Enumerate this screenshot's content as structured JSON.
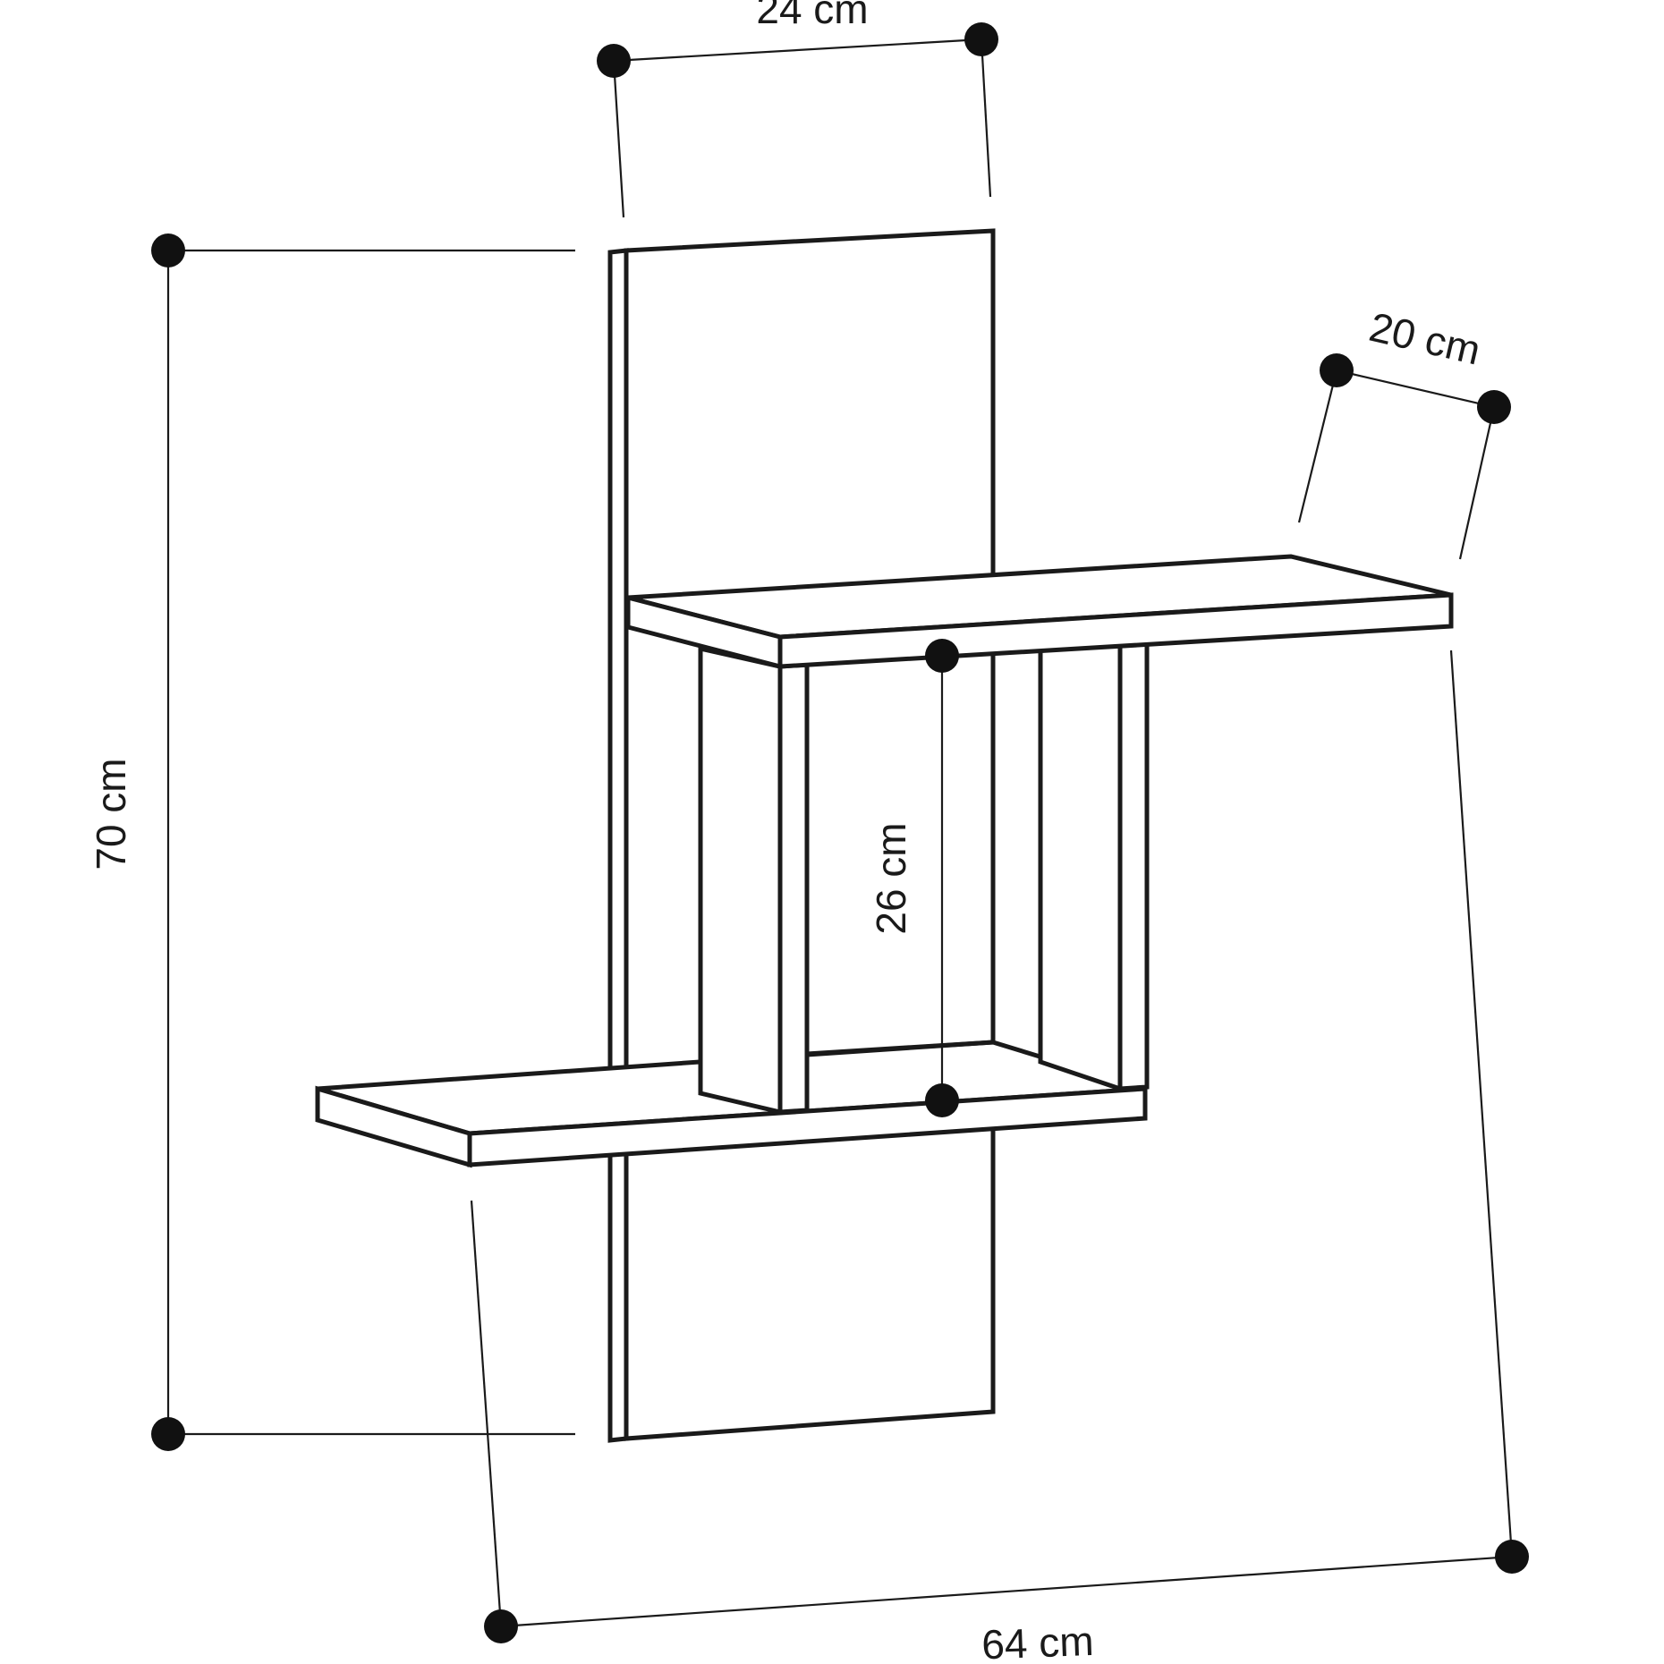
{
  "diagram": {
    "dimensions": {
      "depth": "24 cm",
      "shelf_depth": "20 cm",
      "height": "70 cm",
      "inner_height": "26 cm",
      "width": "64 cm"
    }
  }
}
